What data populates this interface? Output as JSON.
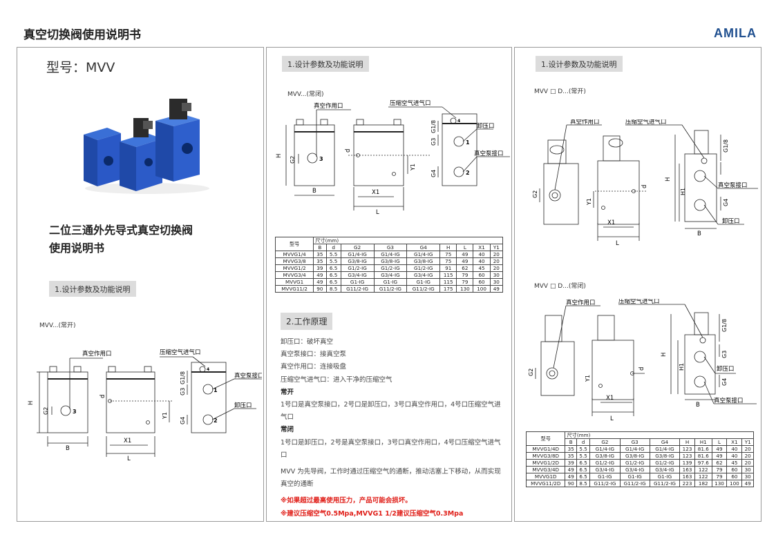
{
  "header": {
    "title": "真空切换阀使用说明书",
    "brand": "AMILA"
  },
  "panel1": {
    "model_label": "型号：MVV",
    "product_title_line1": "二位三通外先导式真空切换阀",
    "product_title_line2": "使用说明书",
    "section_title": "1.设计参数及功能说明",
    "diagram_caption": "MVV...(常开)"
  },
  "labels": {
    "vacuum_port": "真空作用口",
    "air_inlet": "压缩空气进气口",
    "pump_port": "真空泵接口",
    "release_port": "卸压口",
    "H": "H",
    "H1": "H1",
    "B": "B",
    "L": "L",
    "X1": "X1",
    "Y1": "Y1",
    "d": "d",
    "G2": "G2",
    "G3": "G3",
    "G4": "G4",
    "G18": "G1/8",
    "n1": "1",
    "n2": "2",
    "n3": "3",
    "n4": "4"
  },
  "panel2": {
    "section1_title": "1.设计参数及功能说明",
    "diagram_caption": "MVV...(常闭)",
    "section2_title": "2.工作原理",
    "lines": [
      "卸压口：破坏真空",
      "真空泵接口：接真空泵",
      "真空作用口：连接吸盘",
      "压缩空气进气口：进入干净的压缩空气"
    ],
    "nc_head": "常开",
    "nc_text": "1号口是真空泵接口，2号口是卸压口，3号口真空作用口，4号口压缩空气进气口",
    "no_head": "常闭",
    "no_text": "1号口是卸压口，2号是真空泵接口，3号口真空作用口，4号口压缩空气进气口",
    "desc": "MVV 为先导阀，工作时通过压缩空气的通断，推动活塞上下移动，从而实现真空的通断",
    "warn1": "※如果超过最高使用压力，产品可能会损坏。",
    "warn2": "※建议压缩空气0.5Mpa,MVVG1 1/2建议压缩空气0.3Mpa"
  },
  "table1": {
    "model_header": "型号",
    "dim_header": "尺寸(mm)",
    "columns": [
      "B",
      "d",
      "G2",
      "G3",
      "G4",
      "H",
      "L",
      "X1",
      "Y1"
    ],
    "rows": [
      [
        "MVVG1/4",
        "35",
        "5.5",
        "G1/4-IG",
        "G1/4-IG",
        "G1/4-IG",
        "75",
        "49",
        "40",
        "20"
      ],
      [
        "MVVG3/8",
        "35",
        "5.5",
        "G3/8-IG",
        "G3/8-IG",
        "G3/8-IG",
        "75",
        "49",
        "40",
        "20"
      ],
      [
        "MVVG1/2",
        "39",
        "6.5",
        "G1/2-IG",
        "G1/2-IG",
        "G1/2-IG",
        "91",
        "62",
        "45",
        "20"
      ],
      [
        "MVVG3/4",
        "49",
        "6.5",
        "G3/4-IG",
        "G3/4-IG",
        "G3/4-IG",
        "115",
        "79",
        "60",
        "30"
      ],
      [
        "MVVG1",
        "49",
        "6.5",
        "G1-IG",
        "G1-IG",
        "G1-IG",
        "115",
        "79",
        "60",
        "30"
      ],
      [
        "MVVG11/2",
        "90",
        "8.5",
        "G11/2-IG",
        "G11/2-IG",
        "G11/2-IG",
        "175",
        "130",
        "100",
        "49"
      ]
    ]
  },
  "panel3": {
    "section_title": "1.设计参数及功能说明",
    "caption_open": "MVV □ D...(常开)",
    "caption_closed": "MVV □ D...(常闭)"
  },
  "table2": {
    "model_header": "型号",
    "dim_header": "尺寸(mm)",
    "columns": [
      "B",
      "d",
      "G2",
      "G3",
      "G4",
      "H",
      "H1",
      "L",
      "X1",
      "Y1"
    ],
    "rows": [
      [
        "MVVG1/4D",
        "35",
        "5.5",
        "G1/4-IG",
        "G1/4-IG",
        "G1/4-IG",
        "123",
        "81.6",
        "49",
        "40",
        "20"
      ],
      [
        "MVVG3/8D",
        "35",
        "5.5",
        "G3/8-IG",
        "G3/8-IG",
        "G3/8-IG",
        "123",
        "81.6",
        "49",
        "40",
        "20"
      ],
      [
        "MVVG1/2D",
        "39",
        "6.5",
        "G1/2-IG",
        "G1/2-IG",
        "G1/2-IG",
        "139",
        "97.6",
        "62",
        "45",
        "20"
      ],
      [
        "MVVG3/4D",
        "49",
        "6.5",
        "G3/4-IG",
        "G3/4-IG",
        "G3/4-IG",
        "163",
        "122",
        "79",
        "60",
        "30"
      ],
      [
        "MVVG1D",
        "49",
        "6.5",
        "G1-IG",
        "G1-IG",
        "G1-IG",
        "163",
        "122",
        "79",
        "60",
        "30"
      ],
      [
        "MVVG11/2D",
        "90",
        "8.5",
        "G11/2-IG",
        "G11/2-IG",
        "G11/2-IG",
        "223",
        "182",
        "130",
        "100",
        "49"
      ]
    ]
  }
}
